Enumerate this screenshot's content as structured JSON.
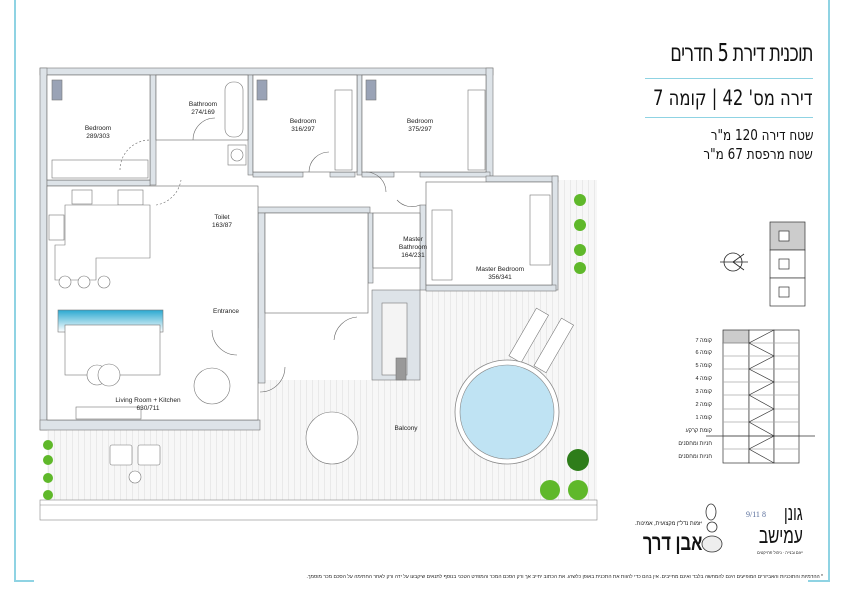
{
  "header": {
    "title": "תוכנית דירת 5 חדרים",
    "apartment_line": "דירה מס' 42  |  קומה 7",
    "apartment_area": "שטח דירה 120 מ\"ר",
    "balcony_area": "שטח מרפסת 67 מ\"ר"
  },
  "rooms": [
    {
      "name": "Bedroom",
      "size": "289/303"
    },
    {
      "name": "Bathroom",
      "size": "274/169"
    },
    {
      "name": "Bedroom",
      "size": "316/297"
    },
    {
      "name": "Bedroom",
      "size": "375/297"
    },
    {
      "name": "Toilet",
      "size": "163/87"
    },
    {
      "name": "Master Bathroom",
      "size": "164/231"
    },
    {
      "name": "Master Bedroom",
      "size": "356/341"
    },
    {
      "name": "Entrance",
      "size": ""
    },
    {
      "name": "Living Room + Kitchen",
      "size": "630/711"
    },
    {
      "name": "Balcony",
      "size": ""
    }
  ],
  "floors": [
    "קומה 7",
    "קומה 6",
    "קומה 5",
    "קומה 4",
    "קומה 3",
    "קומה 2",
    "קומה 1",
    "קומת קרקע",
    "חניות ומחסנים",
    "חניות ומחסנים"
  ],
  "highlighted_floor": "קומה 7",
  "logos": {
    "gonen_line1": "גונן",
    "gonen_line2": "עמישב",
    "gonen_number": "8 9/11",
    "gonen_tagline": "ייזום ובנייה · ניהול פרויקטים",
    "even_derech_name": "אבן דרך",
    "even_derech_tagline": "יזמות נדל\"ן מקצועית, אמינות."
  },
  "disclaimer": "* ההדמיות והתוכניות והאביזרים המופיעים הינם להמחשה בלבד ואינם מחייבים. אין בהם כדי להוות את התכנית באופן כלשהו. את הכתוב יחייב אך ורק הסכם המכר והמפרט הטכני בנוסף לתנאים שיקבעו על ידה ורק לאחר החתימה על הסכם מכר מוסמך.",
  "colors": {
    "accent": "#8fd3e3",
    "wall": "#dde3e8",
    "pool": "#bfe3f3",
    "highlight": "#cccccc"
  }
}
